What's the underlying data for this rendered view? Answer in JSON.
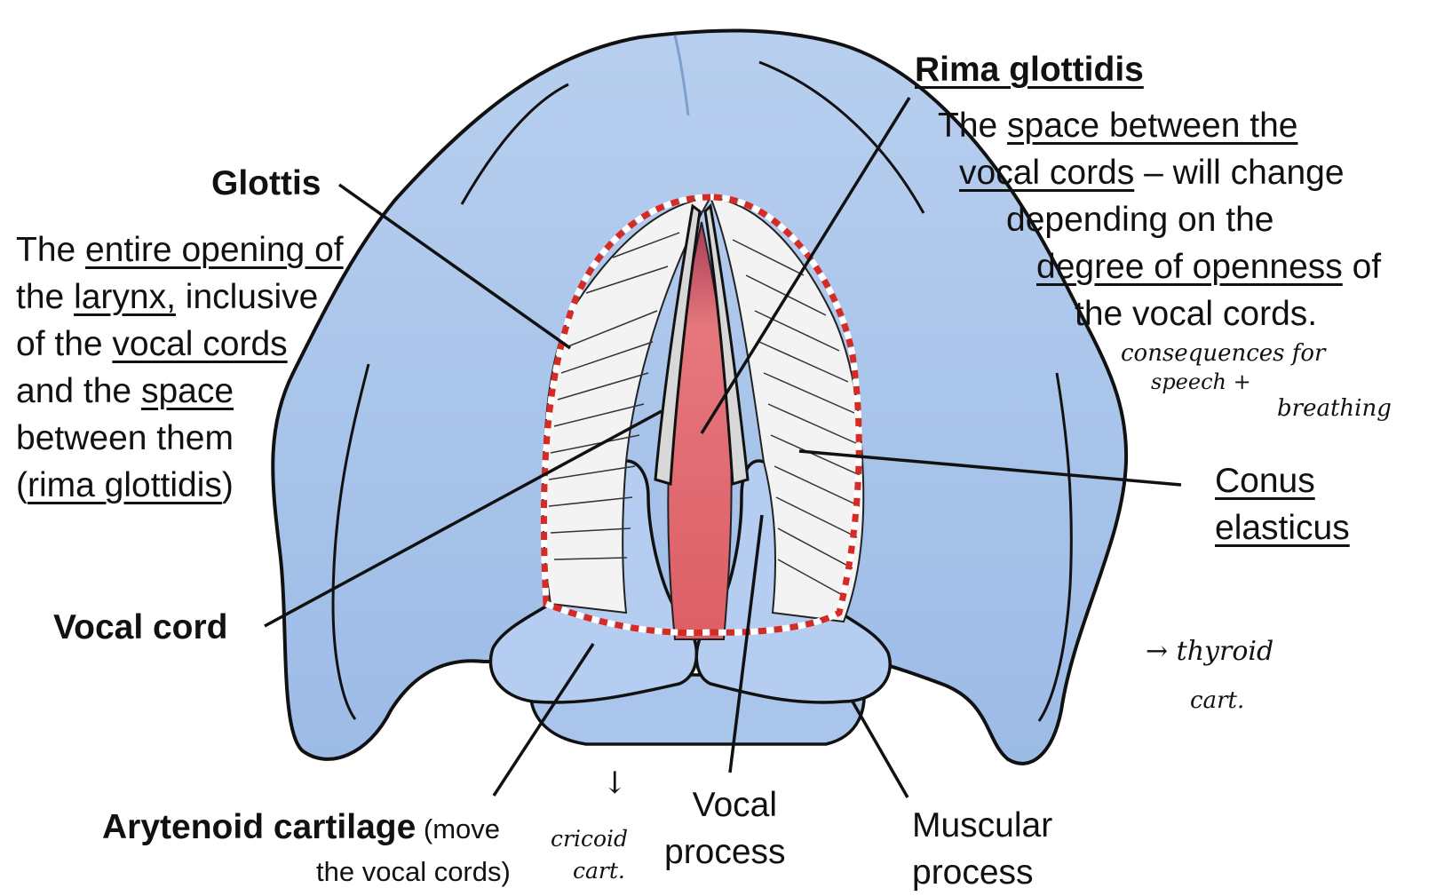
{
  "title": "Rima glottidis",
  "labels": {
    "glottis": {
      "heading": "Glottis",
      "desc": {
        "l1": {
          "a": "The ",
          "b": "entire opening of"
        },
        "l2": {
          "a": "the ",
          "b": "larynx,",
          "c": " inclusive"
        },
        "l3": {
          "a": "of the ",
          "b": "vocal cords "
        },
        "l4": {
          "a": "and the ",
          "b": "space"
        },
        "l5": {
          "a": "between them"
        },
        "l6": {
          "a": "(",
          "b": "rima glottidis",
          "c": ")"
        }
      }
    },
    "rima": {
      "heading": "Rima glottidis",
      "desc": {
        "l1": {
          "a": "The ",
          "b": "space between the"
        },
        "l2": {
          "a": "vocal cords",
          "b": " – will change"
        },
        "l3": {
          "a": "depending on the"
        },
        "l4": {
          "a": "degree of openness",
          "b": " of"
        },
        "l5": {
          "a": "the vocal cords."
        }
      }
    },
    "vocal_cord": "Vocal cord",
    "conus": {
      "l1": "Conus",
      "l2": "elasticus"
    },
    "arytenoid": {
      "bold": "Arytenoid cartilage",
      "note1": " (move",
      "note2": "the vocal cords)"
    },
    "vocal_process": {
      "l1": "Vocal",
      "l2": "process"
    },
    "muscular_process": {
      "l1": "Muscular",
      "l2": "process"
    }
  },
  "handwritten": {
    "consequences": {
      "l1": "consequences for",
      "l2": "speech +",
      "l3": "breathing"
    },
    "thyroid": {
      "l1": "→ thyroid",
      "l2": "cart."
    },
    "cricoid": {
      "arrow": "↓",
      "l1": "cricoid",
      "l2": "cart."
    }
  },
  "colors": {
    "cartilage": "#a7c3ea",
    "cartilage_light": "#c8dbf4",
    "outline": "#111111",
    "cord_fill": "#e06870",
    "dotted_outline": "#d62b22",
    "membrane": "#f2f2f2"
  }
}
